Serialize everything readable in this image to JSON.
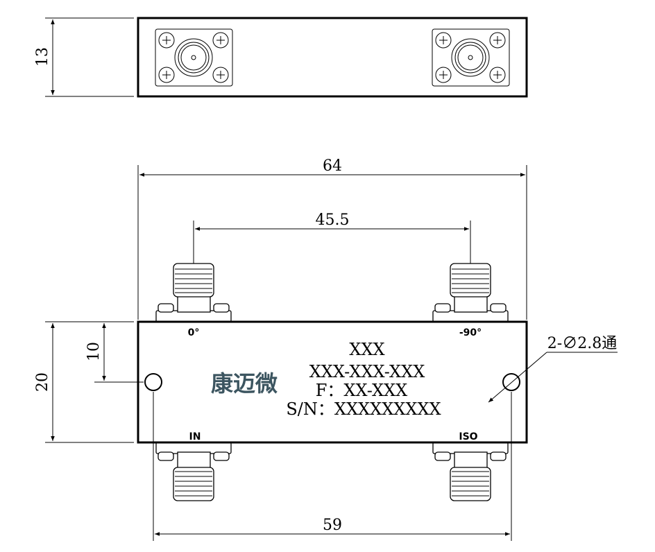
{
  "dimensions": {
    "height_top": "13",
    "width_overall": "64",
    "port_spacing": "45.5",
    "body_height": "20",
    "hole_offset": "10",
    "hole_spacing": "59",
    "hole_note": "2-∅2.8通"
  },
  "ports": {
    "top_left": "0°",
    "top_right": "-90°",
    "bottom_left": "IN",
    "bottom_right": "ISO"
  },
  "marking": {
    "logo": "康迈微",
    "line1": "XXX",
    "line2": "XXX-XXX-XXX",
    "line3": "F：XX-XXX",
    "line4": "S/N：XXXXXXXXX"
  }
}
